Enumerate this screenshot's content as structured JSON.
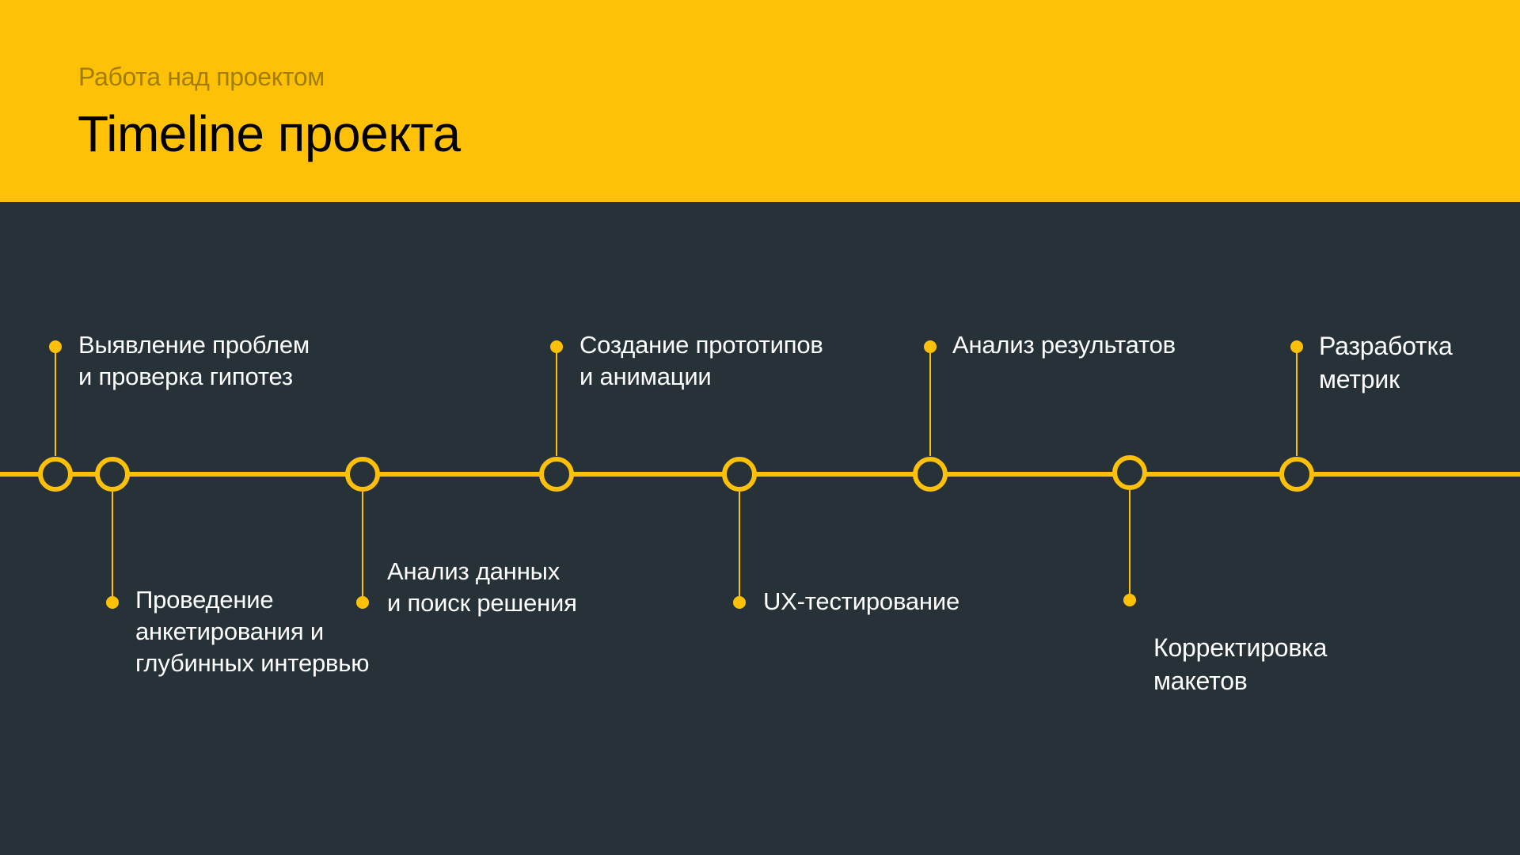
{
  "header": {
    "subtitle": "Работа над проектом",
    "title": "Timeline проекта"
  },
  "colors": {
    "accent": "#FFC107",
    "background": "#263238",
    "subtitle": "#A07E00",
    "title": "#000000",
    "label": "#FFFFFF"
  },
  "timeline": {
    "milestones": [
      {
        "label": "Выявление проблем\nи проверка гипотез",
        "position": "above"
      },
      {
        "label": "Проведение\nанкетирования и\nглубинных интервью",
        "position": "below"
      },
      {
        "label": "Анализ данных\nи поиск решения",
        "position": "below"
      },
      {
        "label": "Создание прототипов\nи анимации",
        "position": "above"
      },
      {
        "label": "UX-тестирование",
        "position": "below"
      },
      {
        "label": "Анализ результатов",
        "position": "above"
      },
      {
        "label": "Корректировка\nмакетов",
        "position": "below"
      },
      {
        "label": "Разработка\nметрик",
        "position": "above"
      }
    ]
  }
}
